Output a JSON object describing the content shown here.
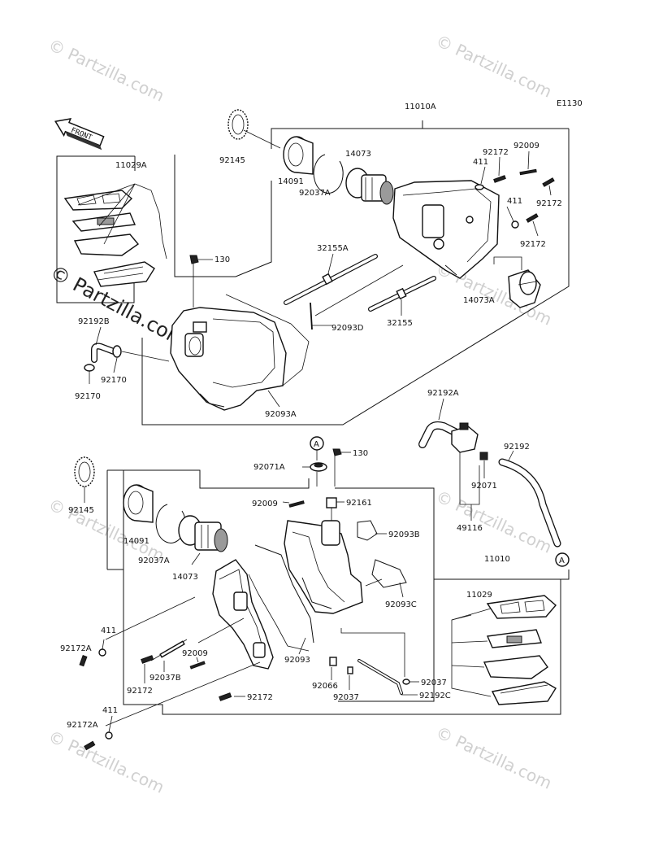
{
  "diagram_code": "E1130",
  "front_label": "FRONT",
  "watermark": "© Partzilla.com",
  "labels": {
    "l_11010A": "11010A",
    "l_92145_top": "92145",
    "l_14091_top": "14091",
    "l_92037A_top": "92037A",
    "l_14073_top": "14073",
    "l_411_top1": "411",
    "l_92172_top1": "92172",
    "l_92009_top": "92009",
    "l_411_top2": "411",
    "l_92172_top2": "92172",
    "l_92172_top3": "92172",
    "l_11029A": "11029A",
    "l_130_top": "130",
    "l_32155A": "32155A",
    "l_14073A": "14073A",
    "l_92093D": "92093D",
    "l_32155": "32155",
    "l_92192B": "92192B",
    "l_92170_a": "92170",
    "l_92170_b": "92170",
    "l_92093A": "92093A",
    "l_92192A": "92192A",
    "l_A_top": "A",
    "l_130_mid": "130",
    "l_92071A": "92071A",
    "l_92192": "92192",
    "l_92071": "92071",
    "l_92145_bot": "92145",
    "l_92009_mid": "92009",
    "l_92161": "92161",
    "l_14091_bot": "14091",
    "l_92093B": "92093B",
    "l_49116": "49116",
    "l_92037A_bot": "92037A",
    "l_14073_bot": "14073",
    "l_A_bot": "A",
    "l_11010": "11010",
    "l_92093C": "92093C",
    "l_11029": "11029",
    "l_411_bot1": "411",
    "l_92172A_1": "92172A",
    "l_92009_bot": "92009",
    "l_92037B": "92037B",
    "l_92172_bot1": "92172",
    "l_92093": "92093",
    "l_92066": "92066",
    "l_92037_a": "92037",
    "l_92037_b": "92037",
    "l_92172_bot2": "92172",
    "l_92192C": "92192C",
    "l_411_bot2": "411",
    "l_92172A_2": "92172A"
  }
}
